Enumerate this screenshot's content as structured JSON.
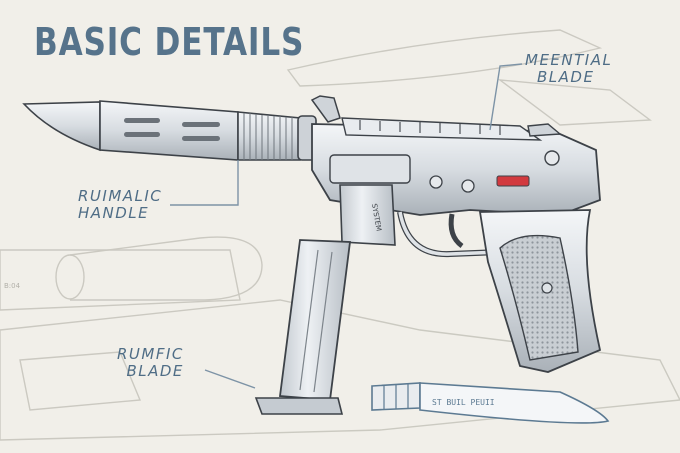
{
  "title": "BASIC DETAILS",
  "callouts": [
    {
      "lines": [
        "MEENTIAL",
        "BLADE"
      ]
    },
    {
      "lines": [
        "RUIMALIC",
        "HANDLE"
      ]
    },
    {
      "lines": [
        "RUMFIC",
        "BLADE"
      ]
    }
  ],
  "engravings": {
    "magwell": "SYSTEM",
    "knife_blade": "ST    BUIL PEUII",
    "background_plate": "B:04"
  },
  "colors": {
    "label_blue": "#56738b",
    "leader_line": "#7d93a6",
    "metal": "#dfe3e7",
    "metal_shadow": "#aeb4ba",
    "ink": "#3d4248",
    "accent_red": "#d23a3f",
    "paper": "#f1efe9"
  }
}
